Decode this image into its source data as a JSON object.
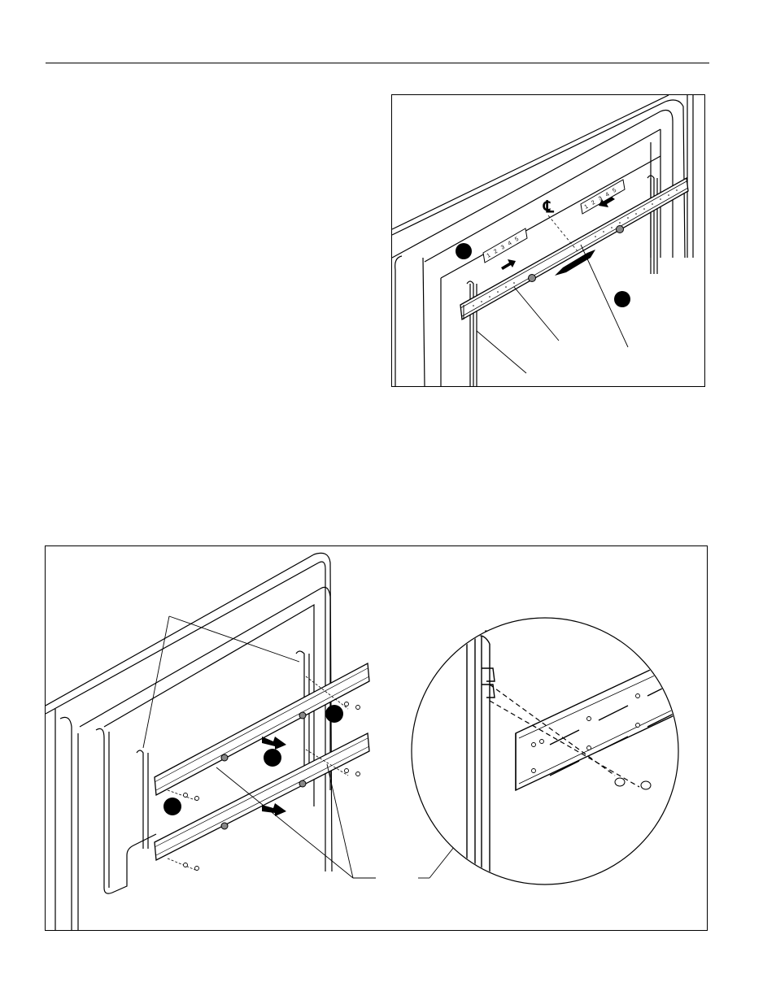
{
  "figure_top": {
    "centerline_mark": "℄",
    "scale_left_numbers": [
      "1",
      "2",
      "3",
      "4",
      "5"
    ],
    "scale_right_numbers": [
      "1",
      "2",
      "3",
      "4",
      "5"
    ]
  },
  "figure_bottom": {}
}
